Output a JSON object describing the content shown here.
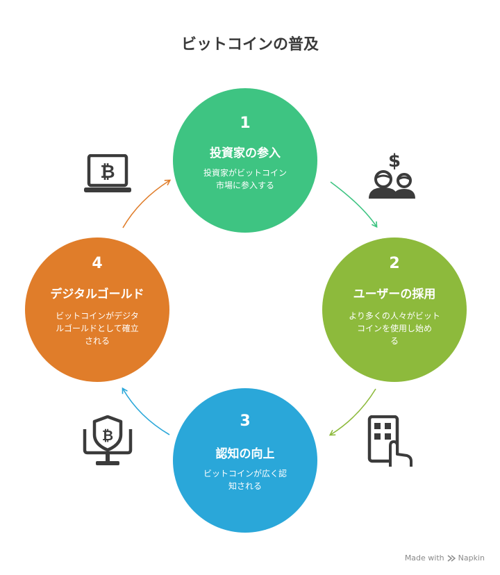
{
  "title": "ビットコインの普及",
  "colors": {
    "step1": "#3EC482",
    "step2": "#8DBA3C",
    "step3": "#2AA7D9",
    "step4": "#E07D2A",
    "icon": "#3b3b3b",
    "title": "#3a3a3a"
  },
  "steps": [
    {
      "num": "1",
      "title": "投資家の参入",
      "desc_lines": [
        "投資家がビットコイン",
        "市場に参入する"
      ],
      "icon": "investors-dollar-icon"
    },
    {
      "num": "2",
      "title": "ユーザーの採用",
      "desc_lines": [
        "より多くの人々がビット",
        "コインを使用し始め",
        "る"
      ],
      "icon": "touch-screen-app-icon"
    },
    {
      "num": "3",
      "title": "認知の向上",
      "desc_lines": [
        "ビットコインが広く認",
        "知される"
      ],
      "icon": "bitcoin-shield-monitor-icon"
    },
    {
      "num": "4",
      "title": "デジタルゴールド",
      "desc_lines": [
        "ビットコインがデジタ",
        "ルゴールドとして確立",
        "される"
      ],
      "icon": "bitcoin-laptop-icon"
    }
  ],
  "footer": {
    "made_with": "Made with",
    "brand": "Napkin"
  }
}
